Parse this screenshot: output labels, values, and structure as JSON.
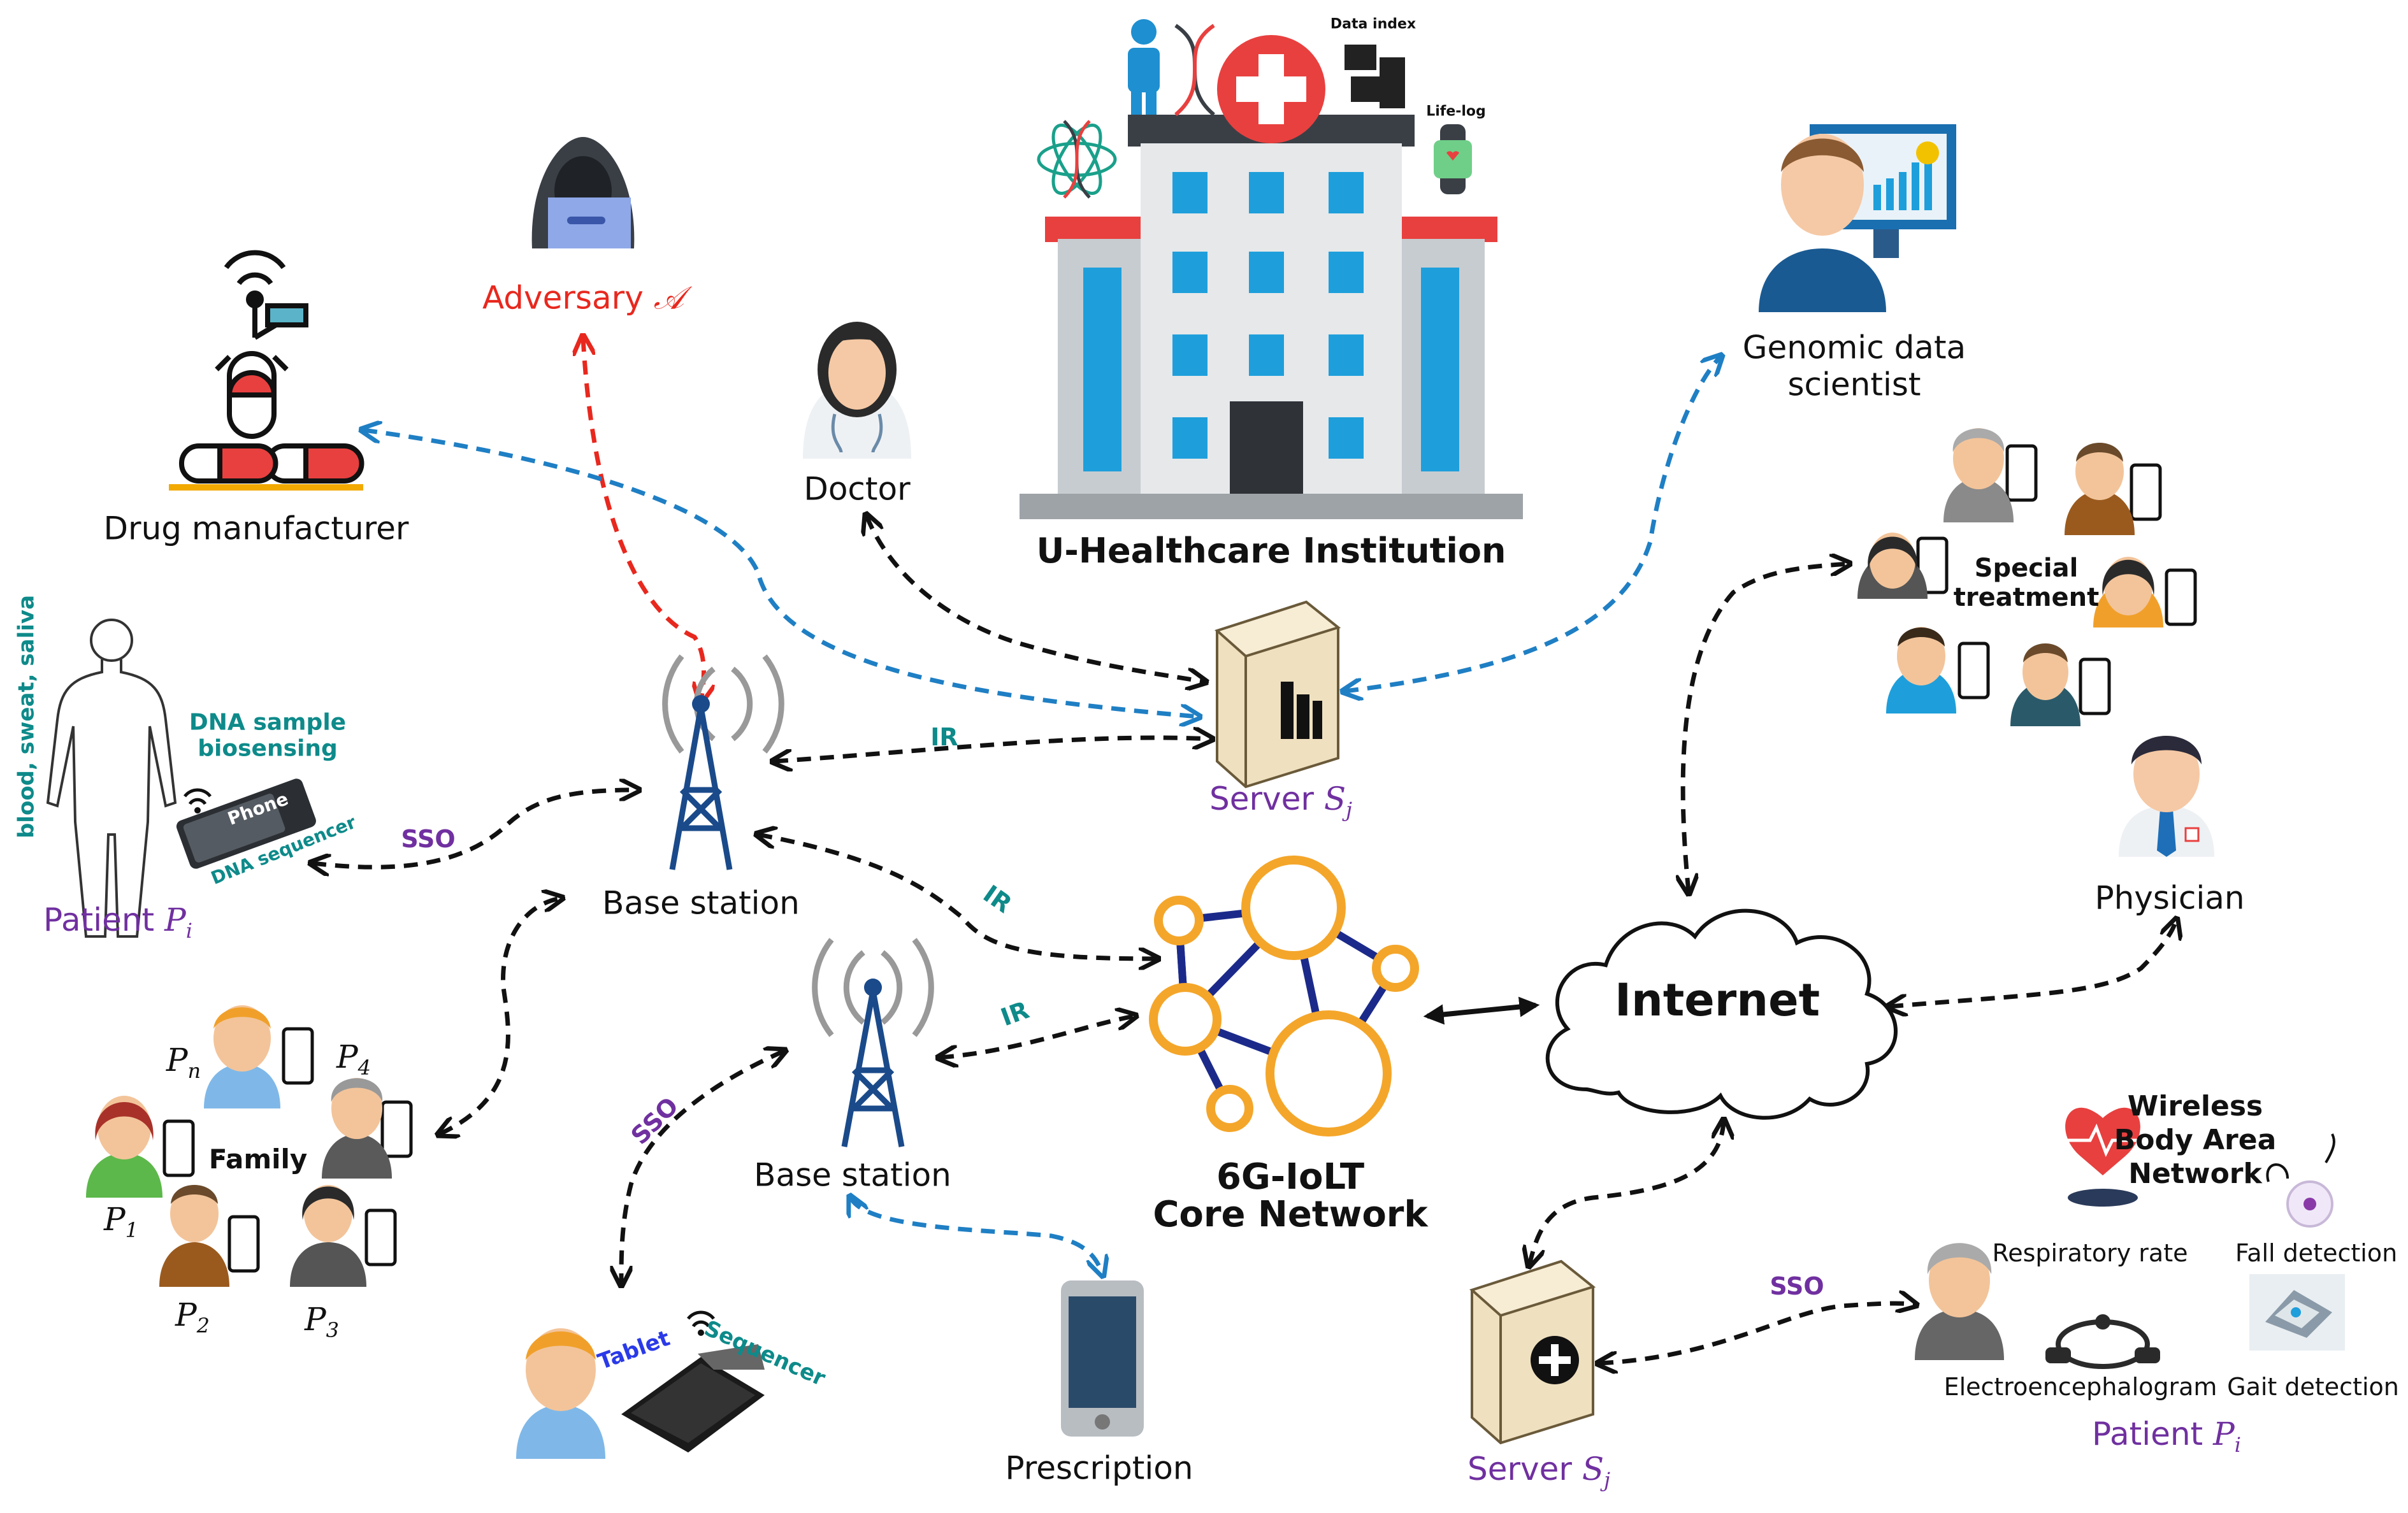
{
  "labels": {
    "adversary": "Adversary",
    "adversary_symbol": "𝒜",
    "drug_manufacturer": "Drug manufacturer",
    "doctor": "Doctor",
    "institution": "U-Healthcare Institution",
    "data_index": "Data index",
    "life_log": "Life-log",
    "genomic_scientist": "Genomic data\nscientist",
    "special_treatment": "Special\ntreatment",
    "physician": "Physician",
    "server_top": "Server",
    "server_bottom": "Server",
    "server_symbol": "S",
    "server_sub": "j",
    "base_station_top": "Base station",
    "base_station_bottom": "Base station",
    "core_network": "6G-IoLT\nCore Network",
    "internet": "Internet",
    "patient_left": "Patient",
    "patient_right": "Patient",
    "patient_symbol": "P",
    "patient_sub": "i",
    "bodily_fluids": "blood, sweat, saliva",
    "dna_sample": "DNA sample\nbiosensing",
    "phone": "Phone",
    "dna_sequencer": "DNA sequencer",
    "family": "Family",
    "pn": "P",
    "pn_sub": "n",
    "p4": "P",
    "p4_sub": "4",
    "p1": "P",
    "p1_sub": "1",
    "p2": "P",
    "p2_sub": "2",
    "p3": "P",
    "p3_sub": "3",
    "tablet": "Tablet",
    "sequencer": "Sequencer",
    "prescription": "Prescription",
    "wban": "Wireless\nBody Area\nNetwork",
    "respiratory": "Respiratory rate",
    "fall": "Fall detection",
    "eeg": "Electroencephalogram",
    "gait": "Gait detection",
    "ir1": "IR",
    "ir2": "IR",
    "ir3": "IR",
    "sso1": "SSO",
    "sso2": "SSO",
    "sso3": "SSO"
  },
  "colors": {
    "adversary_link": "#e8281e",
    "scientist_link": "#1f7fc4",
    "link": "#111111",
    "purple": "#7030a0",
    "teal": "#0e8a8a",
    "network_node": "#f4a62a",
    "network_edge": "#1b2a8a"
  }
}
